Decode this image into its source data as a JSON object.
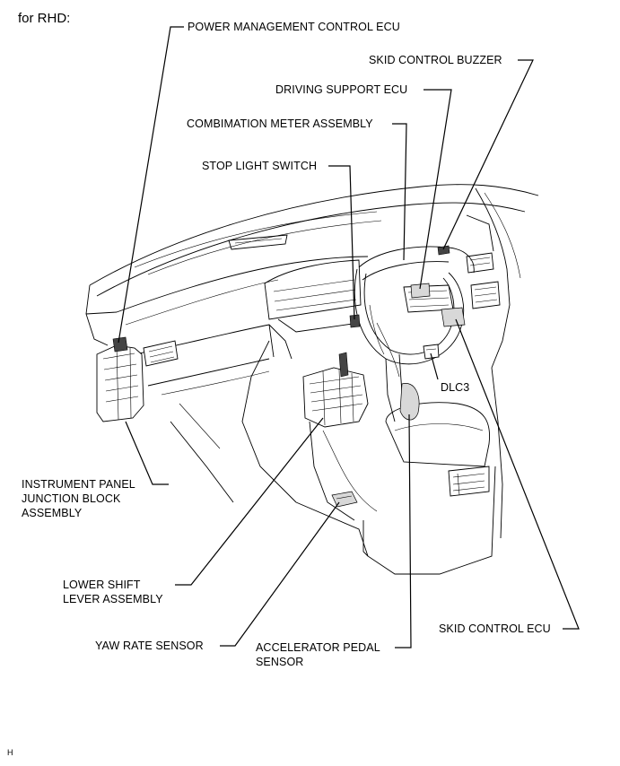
{
  "heading": "for RHD:",
  "footer_code": "H",
  "labels": {
    "power_management_ecu": "POWER MANAGEMENT CONTROL ECU",
    "skid_control_buzzer": "SKID CONTROL BUZZER",
    "driving_support_ecu": "DRIVING SUPPORT ECU",
    "combination_meter": "COMBIMATION METER ASSEMBLY",
    "stop_light_switch": "STOP LIGHT SWITCH",
    "dlc3": "DLC3",
    "instrument_panel_jb": [
      "INSTRUMENT PANEL",
      "JUNCTION BLOCK",
      "ASSEMBLY"
    ],
    "lower_shift_lever": [
      "LOWER SHIFT",
      "LEVER ASSEMBLY"
    ],
    "yaw_rate_sensor": "YAW RATE SENSOR",
    "accelerator_pedal_sensor": [
      "ACCELERATOR PEDAL",
      "SENSOR"
    ],
    "skid_control_ecu": "SKID CONTROL ECU"
  }
}
